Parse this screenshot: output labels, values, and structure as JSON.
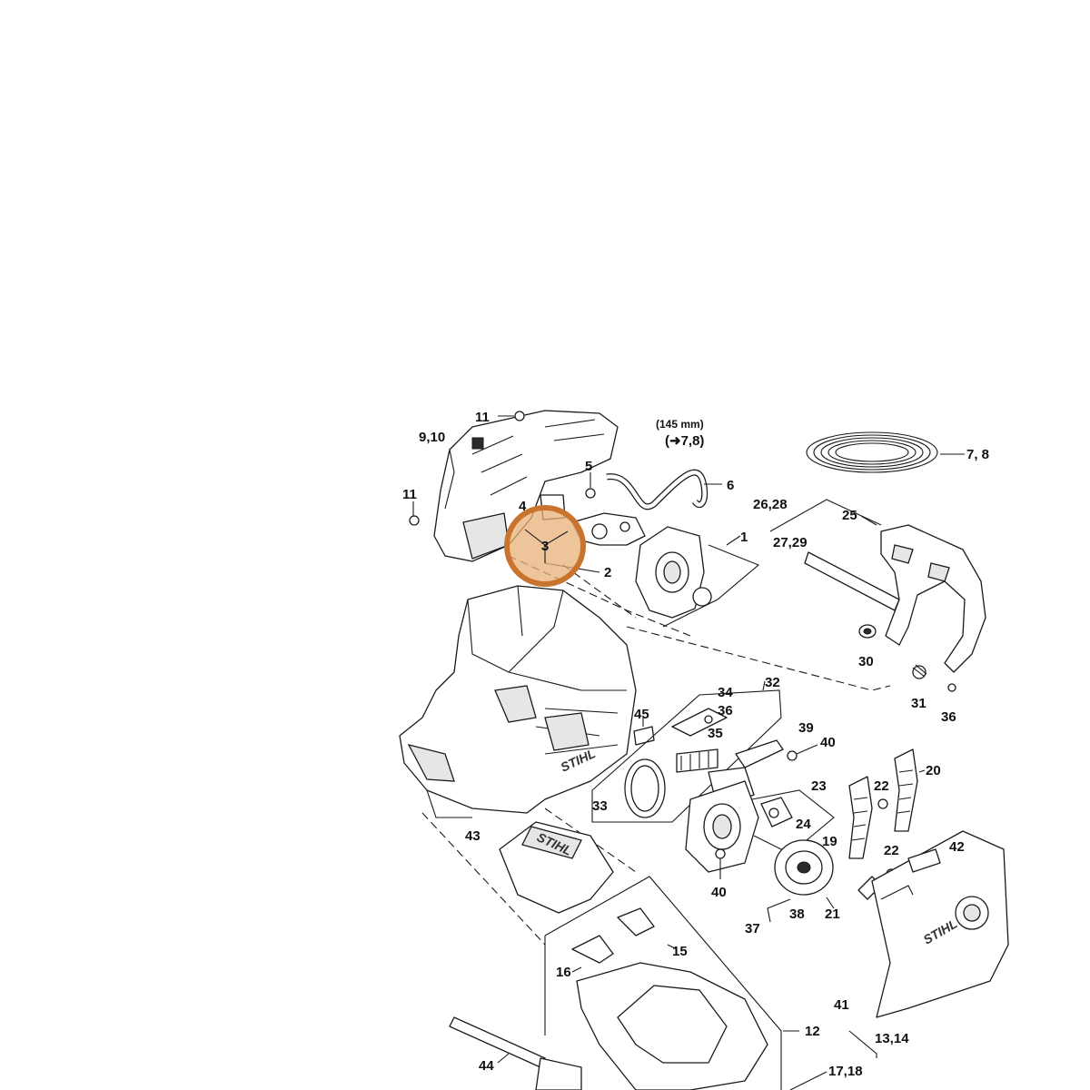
{
  "highlight": {
    "label": "3",
    "color": "#c8742e"
  },
  "callouts": {
    "c1": "1",
    "c2": "2",
    "c4": "4",
    "c5": "5",
    "c6": "6",
    "c78": "7, 8",
    "c910": "9,10",
    "c11a": "11",
    "c11b": "11",
    "c12": "12",
    "c1314": "13,14",
    "c15": "15",
    "c16": "16",
    "c1718": "17,18",
    "c19": "19",
    "c20": "20",
    "c21": "21",
    "c22a": "22",
    "c22b": "22",
    "c23": "23",
    "c24": "24",
    "c25": "25",
    "c2628": "26,28",
    "c2729": "27,29",
    "c30": "30",
    "c31": "31",
    "c32": "32",
    "c33": "33",
    "c34": "34",
    "c35": "35",
    "c36a": "36",
    "c36b": "36",
    "c37": "37",
    "c38": "38",
    "c39": "39",
    "c40a": "40",
    "c40b": "40",
    "c41": "41",
    "c42": "42",
    "c43": "43",
    "c44": "44",
    "c45": "45"
  },
  "hose_note": {
    "length": "(145 mm)",
    "ref": "(➜7,8)"
  },
  "logos": {
    "housing": "STIHL",
    "cover": "STIHL",
    "sprocket_cover": "STIHL"
  }
}
